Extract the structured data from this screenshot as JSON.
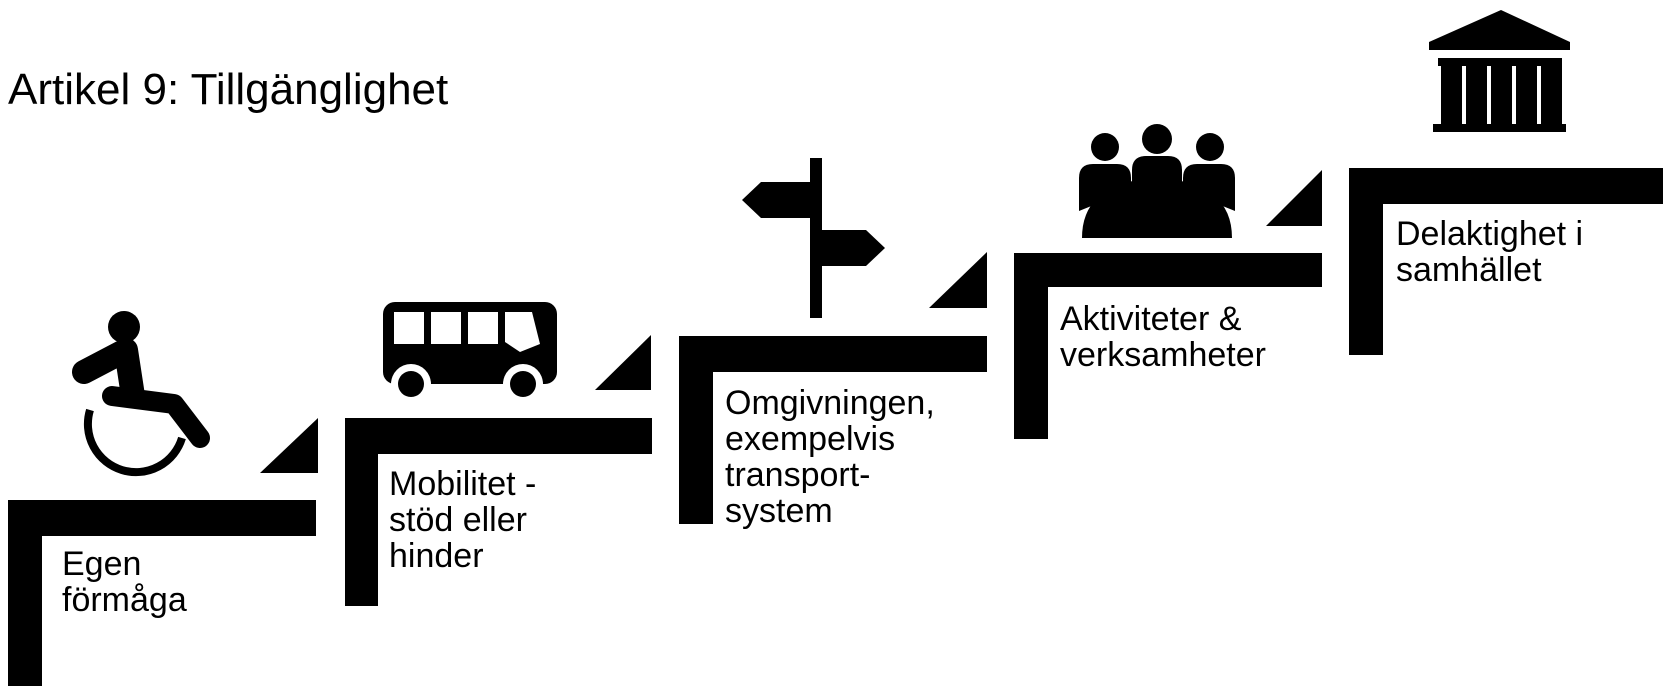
{
  "title": "Artikel 9: Tillgänglighet",
  "colors": {
    "ink": "#000000",
    "background": "#ffffff"
  },
  "steps": [
    {
      "label": "Egen\nförmåga",
      "icon": "wheelchair-icon"
    },
    {
      "label": "Mobilitet -\nstöd eller\nhinder",
      "icon": "bus-icon"
    },
    {
      "label": "Omgivningen,\nexempelvis\ntransport-\nsystem",
      "icon": "signpost-icon"
    },
    {
      "label": "Aktiviteter &\nverksamheter",
      "icon": "meeting-group-icon"
    },
    {
      "label": "Delaktighet i\nsamhället",
      "icon": "government-building-icon"
    }
  ]
}
